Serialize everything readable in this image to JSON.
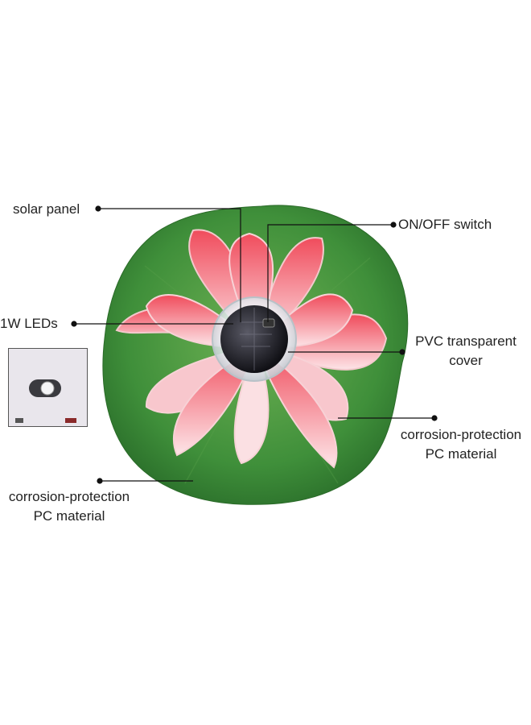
{
  "callouts": {
    "solar_panel": "solar panel",
    "on_off_switch": "ON/OFF switch",
    "leds": "1W LEDs",
    "pvc_cover_line1": "PVC transparent",
    "pvc_cover_line2": "cover",
    "petal_material_line1": "corrosion-protection",
    "petal_material_line2": "PC material",
    "leaf_material_line1": "corrosion-protection",
    "leaf_material_line2": "PC material"
  },
  "colors": {
    "leaf": "#3f8f3a",
    "leaf_dark": "#2a6e2a",
    "petal": "#f0606c",
    "petal_light": "#fde5e8",
    "leader_line": "#111111"
  }
}
